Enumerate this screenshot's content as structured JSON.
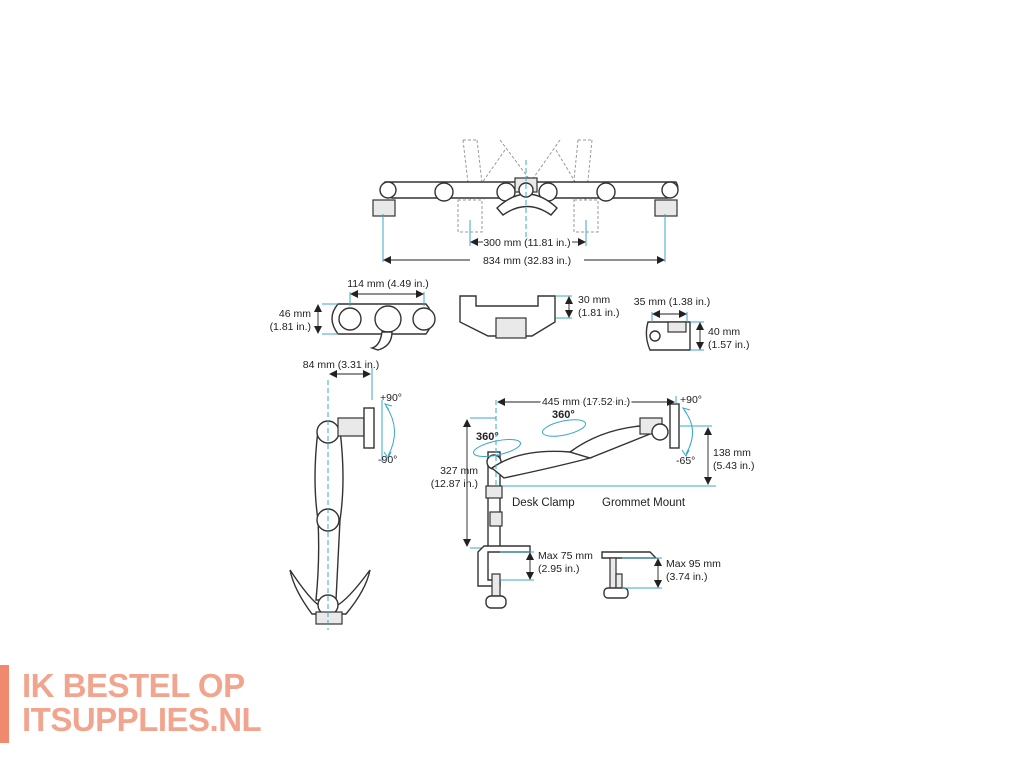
{
  "dimensions": {
    "center_spacing": "300 mm (11.81 in.)",
    "overall_width": "834 mm (32.83 in.)",
    "hub_width": "114 mm (4.49 in.)",
    "hub_height_mm": "46 mm",
    "hub_height_in": "(1.81 in.)",
    "bracket_height_mm": "30 mm",
    "bracket_height_in": "(1.81 in.)",
    "cap_width": "35 mm (1.38 in.)",
    "cap_height_mm": "40 mm",
    "cap_height_in": "(1.57 in.)",
    "side_offset": "84 mm (3.31 in.)",
    "arm_reach": "445 mm (17.52 in.)",
    "tilt_height_mm": "138 mm",
    "tilt_height_in": "(5.43 in.)",
    "pole_height_mm": "327 mm",
    "pole_height_in": "(12.87 in.)",
    "clamp_max_mm": "Max 75 mm",
    "clamp_max_in": "(2.95 in.)",
    "grommet_max_mm": "Max 95 mm",
    "grommet_max_in": "(3.74 in.)"
  },
  "angles": {
    "tilt_up": "+90°",
    "tilt_down": "-90°",
    "tilt_up_2": "+90°",
    "tilt_down_2": "-65°",
    "rotation_1": "360°",
    "rotation_2": "360°"
  },
  "captions": {
    "desk_clamp": "Desk Clamp",
    "grommet_mount": "Grommet Mount"
  },
  "brand": {
    "line1": "IK BESTEL OP",
    "line2": "ITSUPPLIES.NL",
    "color": "#f2a58e",
    "bar_color": "#f08a6e"
  },
  "colors": {
    "dimension_line": "#3aa8c8",
    "ink": "#333333"
  }
}
